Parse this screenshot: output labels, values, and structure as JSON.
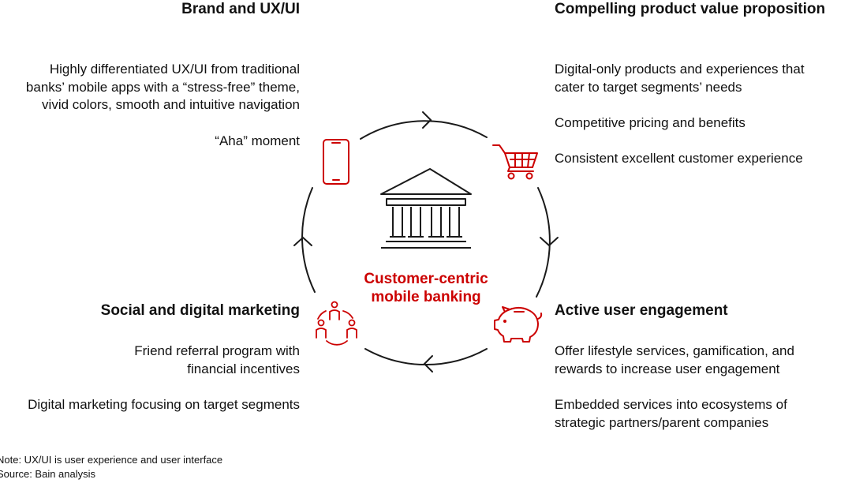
{
  "center": {
    "line1": "Customer-centric",
    "line2": "mobile banking"
  },
  "colors": {
    "accent": "#cc0000",
    "text": "#111111",
    "line": "#1a1a1a"
  },
  "quadrants": {
    "brand": {
      "title": "Brand and UX/UI",
      "icon": "smartphone-icon",
      "points": [
        [
          "Highly differentiated UX/UI from traditional",
          "banks’ mobile apps with a “stress-free” theme,",
          "vivid colors, smooth and intuitive navigation"
        ],
        [
          "“Aha” moment"
        ]
      ]
    },
    "value": {
      "title": "Compelling product value proposition",
      "icon": "shopping-cart-icon",
      "points": [
        [
          "Digital-only products and experiences that",
          "cater to target segments’ needs"
        ],
        [
          "Competitive pricing and benefits"
        ],
        [
          "Consistent excellent customer experience"
        ]
      ]
    },
    "social": {
      "title": "Social and digital marketing",
      "icon": "people-network-icon",
      "points": [
        [
          "Friend referral program with",
          "financial incentives"
        ],
        [
          "Digital marketing focusing on target segments"
        ]
      ]
    },
    "engagement": {
      "title": "Active user engagement",
      "icon": "piggy-bank-icon",
      "points": [
        [
          "Offer lifestyle services, gamification, and",
          "rewards to increase user engagement"
        ],
        [
          "Embedded services into ecosystems of",
          "strategic partners/parent companies"
        ]
      ]
    }
  },
  "footnotes": {
    "note": "Note: UX/UI is user experience and user interface",
    "source": "Source: Bain analysis"
  }
}
